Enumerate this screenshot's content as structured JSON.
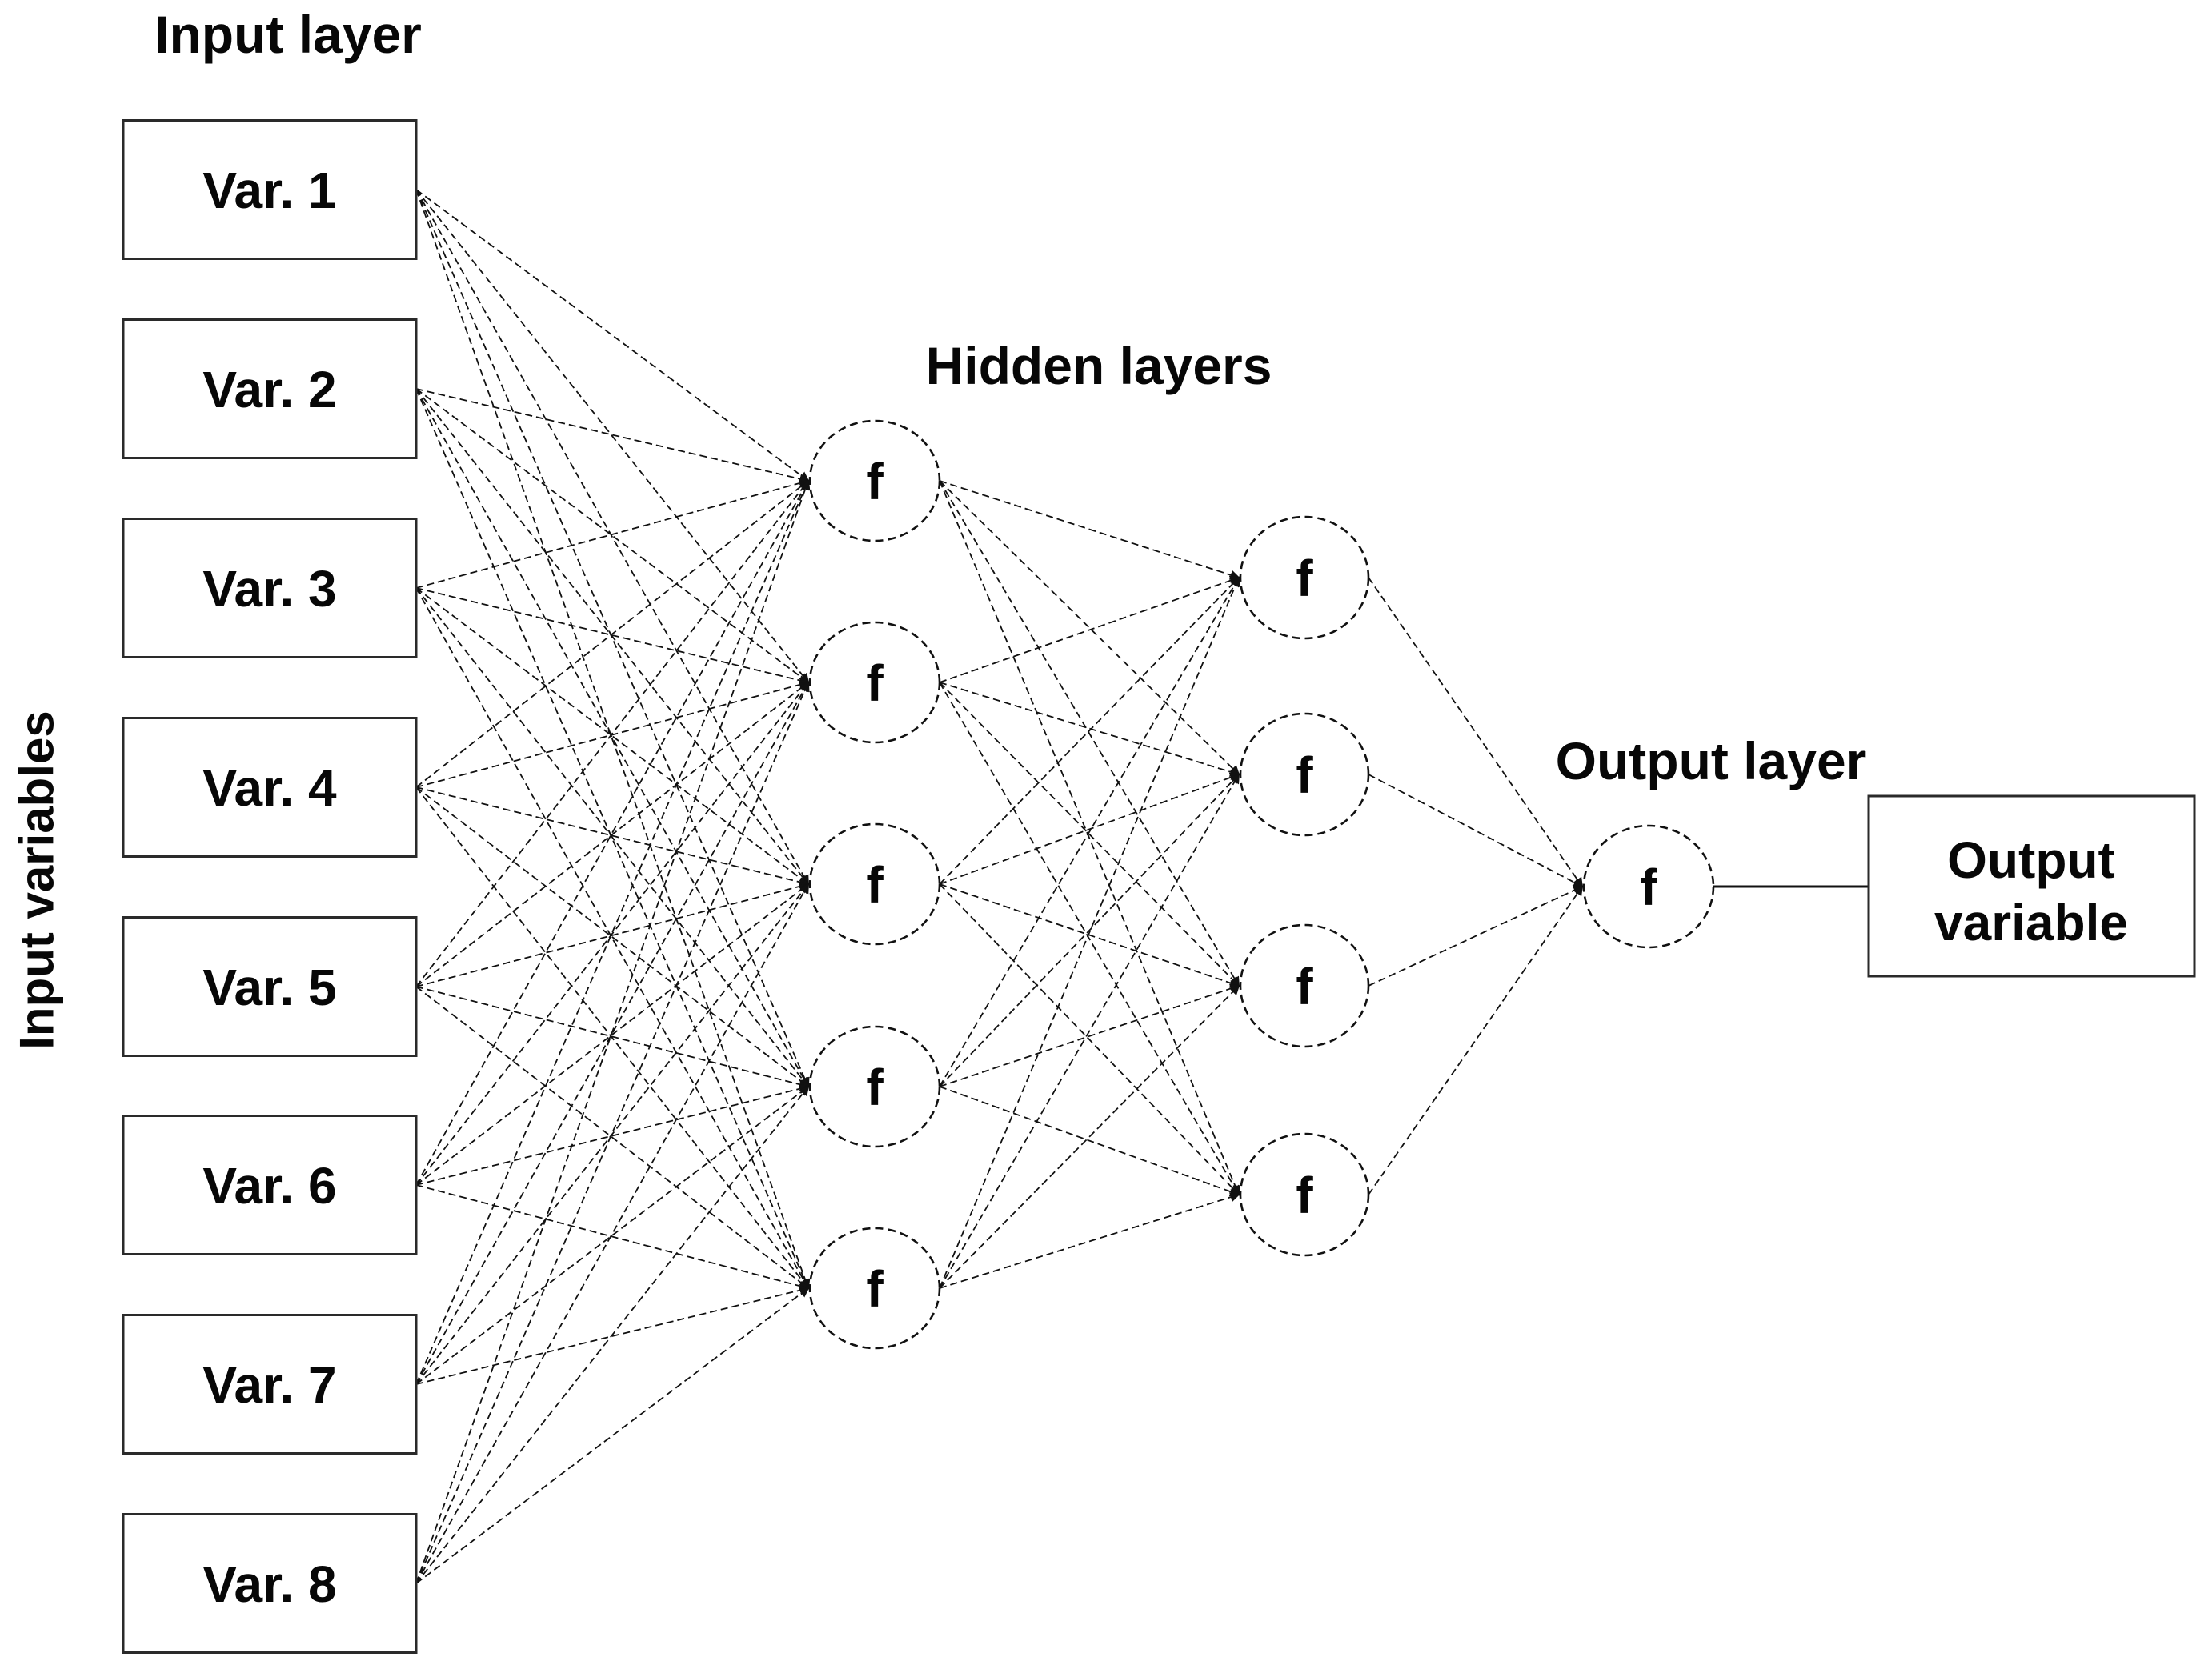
{
  "diagram": {
    "titles": {
      "input_layer": "Input layer",
      "hidden_layers": "Hidden layers",
      "output_layer": "Output layer",
      "input_variables_axis": "Input variables"
    },
    "input_layer": {
      "nodes": [
        "Var. 1",
        "Var. 2",
        "Var. 3",
        "Var. 4",
        "Var. 5",
        "Var. 6",
        "Var. 7",
        "Var. 8"
      ]
    },
    "hidden_layer_1": {
      "nodes": [
        "f",
        "f",
        "f",
        "f",
        "f"
      ]
    },
    "hidden_layer_2": {
      "nodes": [
        "f",
        "f",
        "f",
        "f"
      ]
    },
    "output_layer": {
      "nodes": [
        "f"
      ]
    },
    "output_box": {
      "label": "Output variable",
      "lines": [
        "Output",
        "variable"
      ]
    },
    "edges": {
      "input_to_hidden1": "all-to-all",
      "hidden1_to_hidden2": "all-to-all",
      "hidden2_to_output": "all-to-all",
      "output_to_output_box": "single"
    },
    "colors": {
      "ink": "#111111",
      "background": "#ffffff"
    }
  }
}
